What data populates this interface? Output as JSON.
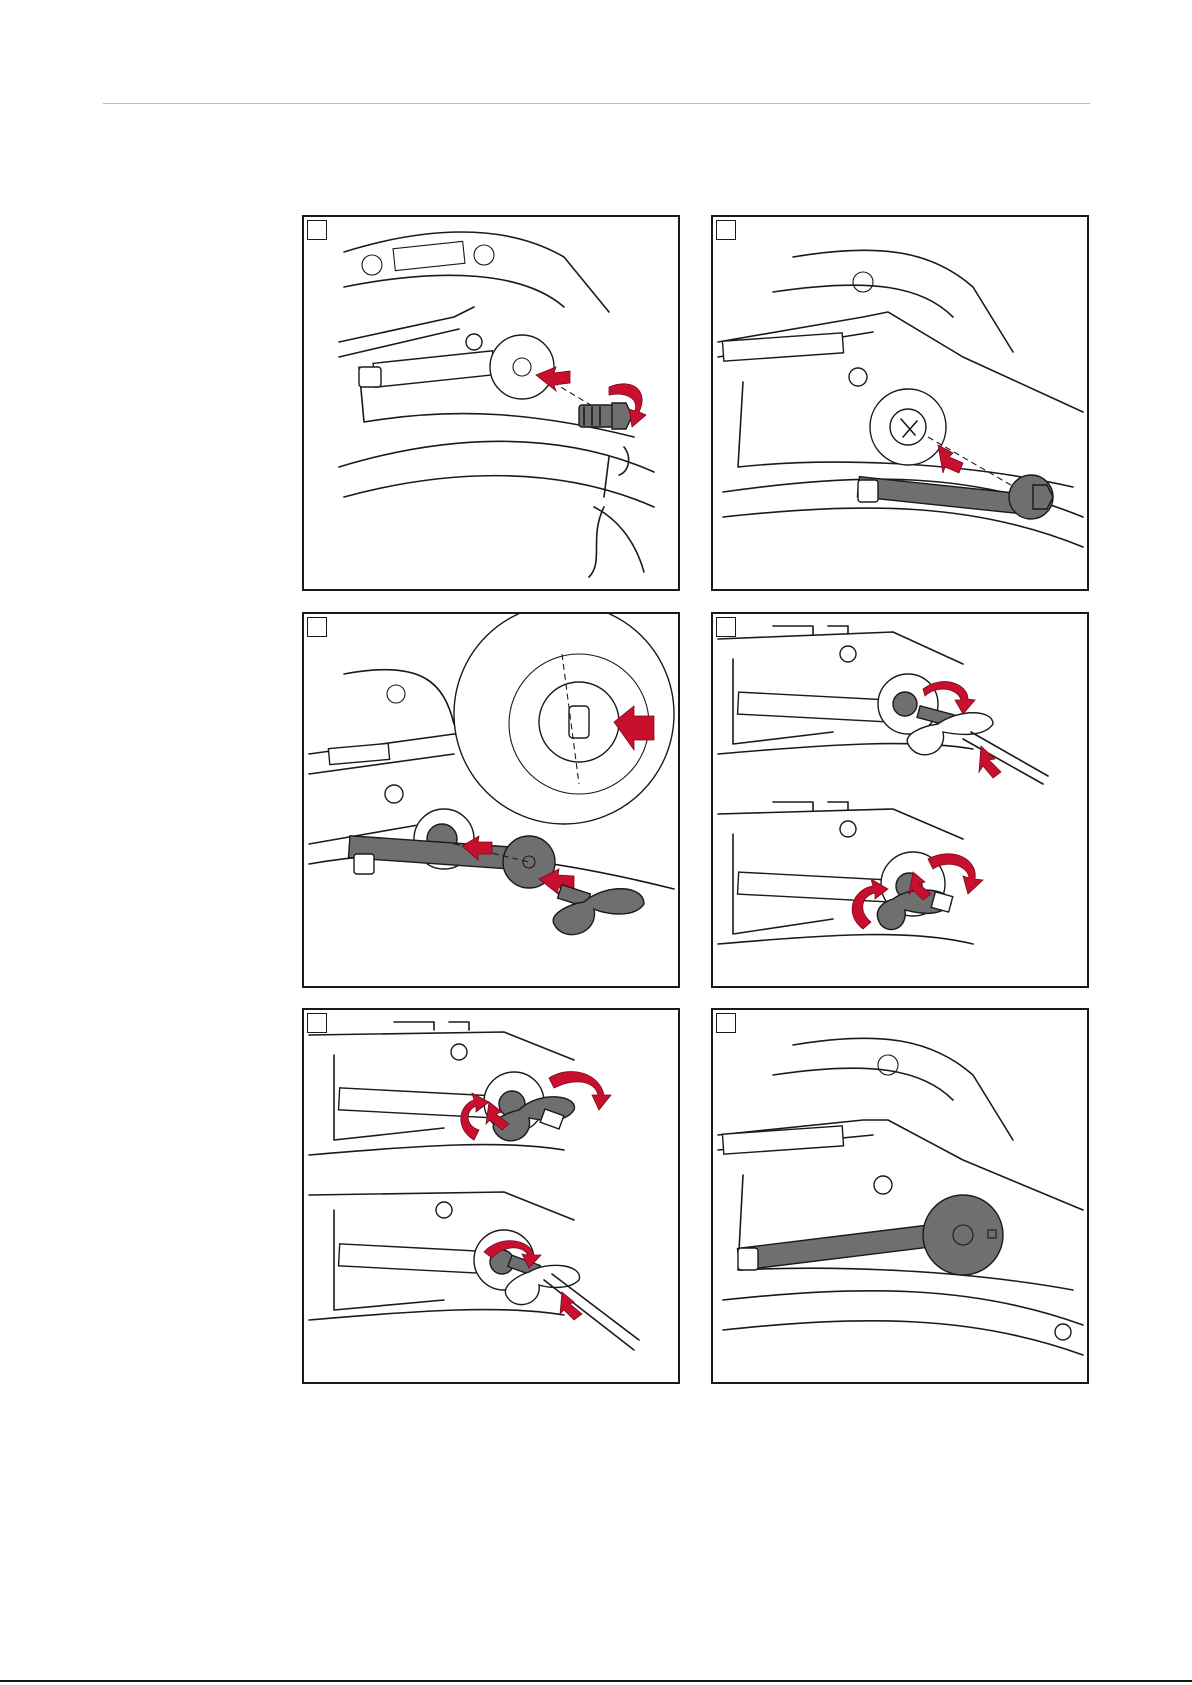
{
  "colors": {
    "arrow": "#c8102e",
    "part": "#6f6f6f",
    "line": "#1a1a1a",
    "rule": "#bdbdbd"
  },
  "steps": [
    {
      "id": "step-1",
      "number": "",
      "icons": [
        "bolt",
        "wrench",
        "hand",
        "rotate-arrow",
        "push-arrow"
      ]
    },
    {
      "id": "step-2",
      "number": "",
      "icons": [
        "lever",
        "bolt",
        "pull-arrow"
      ]
    },
    {
      "id": "step-3",
      "number": "",
      "icons": [
        "detail-magnifier",
        "lever",
        "wing-screw",
        "push-arrow"
      ]
    },
    {
      "id": "step-4",
      "number": "",
      "icons": [
        "wing-screw",
        "screwdriver",
        "rotate-arrow",
        "push-arrow"
      ]
    },
    {
      "id": "step-5",
      "number": "",
      "icons": [
        "wing-screw",
        "screwdriver",
        "rotate-arrow",
        "pull-arrow"
      ]
    },
    {
      "id": "step-6",
      "number": "",
      "icons": [
        "lever",
        "mounted-hub"
      ]
    }
  ],
  "footer": {
    "page_number": ""
  }
}
